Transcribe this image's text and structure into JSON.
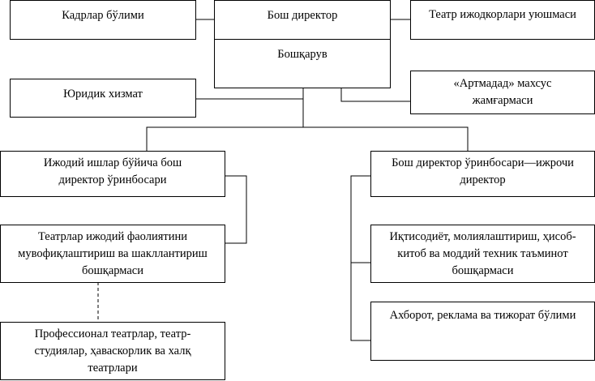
{
  "diagram": {
    "kadrlar": "Кадрлар бўлими",
    "director": "Бош директор",
    "boshqaruv": "Бошқарув",
    "teatr_uyushma": "Театр ижодкорлари уюшмаси",
    "yuridik": "Юридик хизмат",
    "artmadad": "«Артмадад» махсус жамғармаси",
    "ijodiy_deputy": "Ижодий ишлар бўйича бош директор ўринбосари",
    "ijodiy_boshqarma": "Театрлар ижодий фаолиятини мувофиқлаштириш ва шакллантириш бошқармаси",
    "professional": "Профессионал театрлар, театр-студиялар, ҳаваскорлик ва халқ театрлари",
    "exec_deputy": "Бош директор ўринбосари—ижрочи директор",
    "iqtisod": "Иқтисодиёт, молиялаштириш, ҳисоб-китоб ва моддий техник таъминот бошқармаси",
    "axborot": "Ахборот, реклама ва тижорат бўлими"
  }
}
